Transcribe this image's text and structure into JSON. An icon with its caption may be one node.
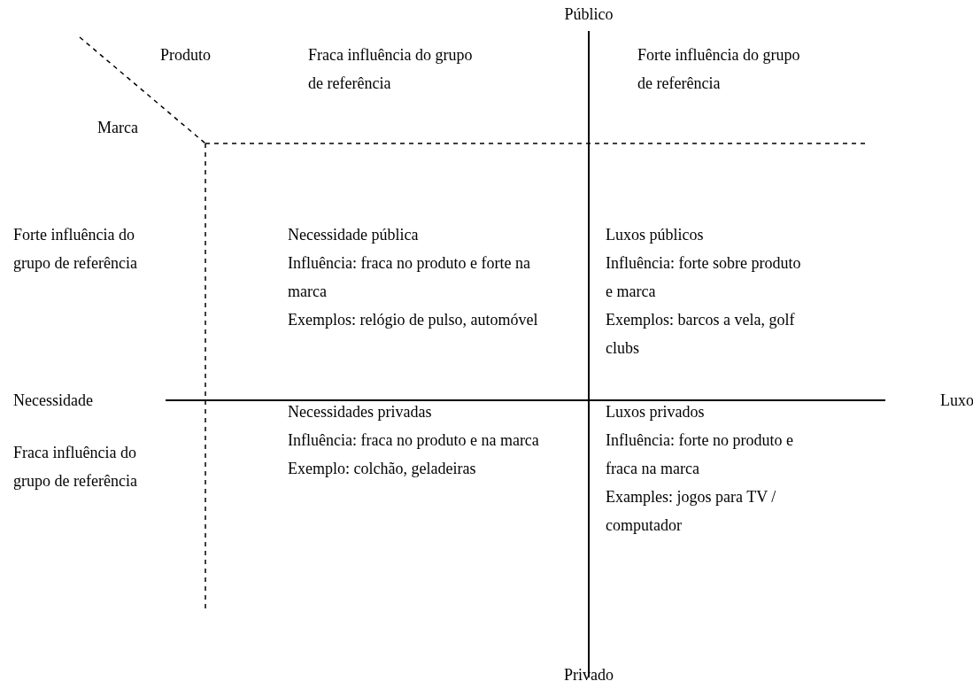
{
  "diagram": {
    "labels": [
      "Público",
      "Produto",
      "Fraca influência do grupo de referência",
      "Forte influência do grupo de referência",
      "Marca",
      "Forte influência do grupo de referência",
      "Necessidade pública",
      "Influência: fraca no produto e forte na marca",
      "Exemplos: relógio de pulso, automóvel",
      "Luxos públicos",
      "Influência: forte sobre produto e marca",
      "Exemplos: barcos a vela, golf clubs",
      "Necessidade",
      "Luxo",
      "Fraca influência do grupo de referência",
      "Necessidades privadas",
      "Influência: fraca no produto e na marca",
      "Exemplo: colchão, geladeiras",
      "Luxos privados",
      "Influência: forte no produto e fraca na marca",
      "Examples: jogos para TV / computador",
      "Privado"
    ]
  }
}
